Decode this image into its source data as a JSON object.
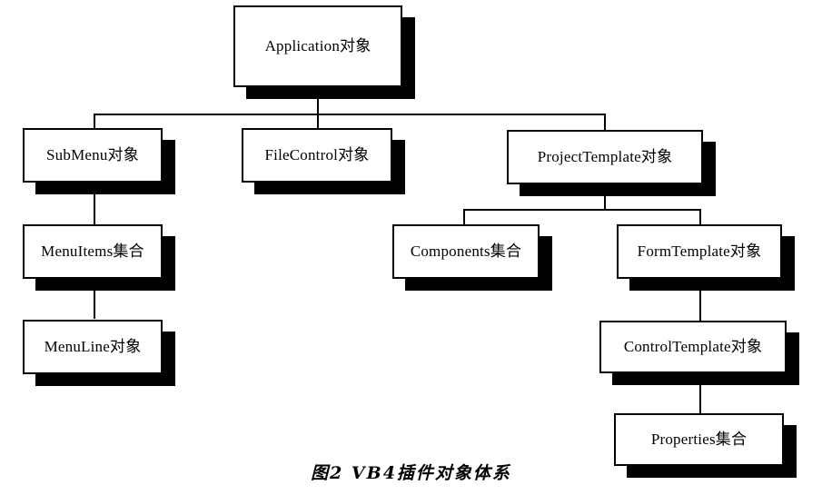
{
  "figure": {
    "caption": "图2  VB4插件对象体系",
    "background_color": "#ffffff",
    "line_color": "#000000",
    "shadow_color": "#000000",
    "box_fill_color": "#ffffff"
  },
  "nodes": {
    "application": {
      "label": "Application对象"
    },
    "submenu": {
      "label": "SubMenu对象"
    },
    "filecontrol": {
      "label": "FileControl对象"
    },
    "projecttemplate": {
      "label": "ProjectTemplate对象"
    },
    "menuitems": {
      "label": "MenuItems集合"
    },
    "components": {
      "label": "Components集合"
    },
    "formtemplate": {
      "label": "FormTemplate对象"
    },
    "menuline": {
      "label": "MenuLine对象"
    },
    "controltemplate": {
      "label": "ControlTemplate对象"
    },
    "properties": {
      "label": "Properties集合"
    }
  }
}
